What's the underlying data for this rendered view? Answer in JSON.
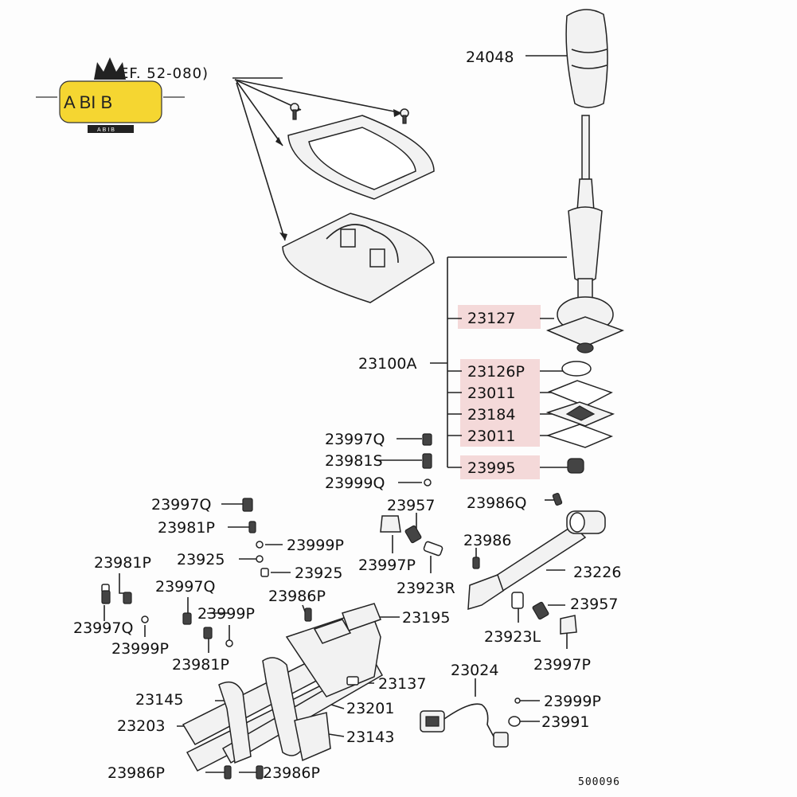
{
  "logo": {
    "text": "A BI  B",
    "subtext": "ABIB",
    "color": "#f5d631"
  },
  "ref_label": "EF. 52-080)",
  "diagram_code": "500096",
  "highlight_color": "#f4d9d9",
  "labels": {
    "l24048": "24048",
    "l23127": "23127",
    "l23100A": "23100A",
    "l23126P": "23126P",
    "l23011a": "23011",
    "l23184": "23184",
    "l23011b": "23011",
    "l23995": "23995",
    "l23997Q_a": "23997Q",
    "l23981S": "23981S",
    "l23999Q": "23999Q",
    "l23997Q_b": "23997Q",
    "l23981P_a": "23981P",
    "l23999P_a": "23999P",
    "l23925_a": "23925",
    "l23925_b": "23925",
    "l23981P_b": "23981P",
    "l23997Q_c": "23997Q",
    "l23997Q_d": "23997Q",
    "l23999P_b": "23999P",
    "l23999P_c": "23999P",
    "l23981P_c": "23981P",
    "l23986P_a": "23986P",
    "l23957_a": "23957",
    "l23997P_a": "23997P",
    "l23923R": "23923R",
    "l23986Q": "23986Q",
    "l23986": "23986",
    "l23226": "23226",
    "l23957_b": "23957",
    "l23923L": "23923L",
    "l23997P_b": "23997P",
    "l23195": "23195",
    "l23137": "23137",
    "l23201": "23201",
    "l23145": "23145",
    "l23203": "23203",
    "l23143": "23143",
    "l23024": "23024",
    "l23999P_d": "23999P",
    "l23991": "23991",
    "l23986P_b": "23986P",
    "l23986P_c": "23986P"
  }
}
